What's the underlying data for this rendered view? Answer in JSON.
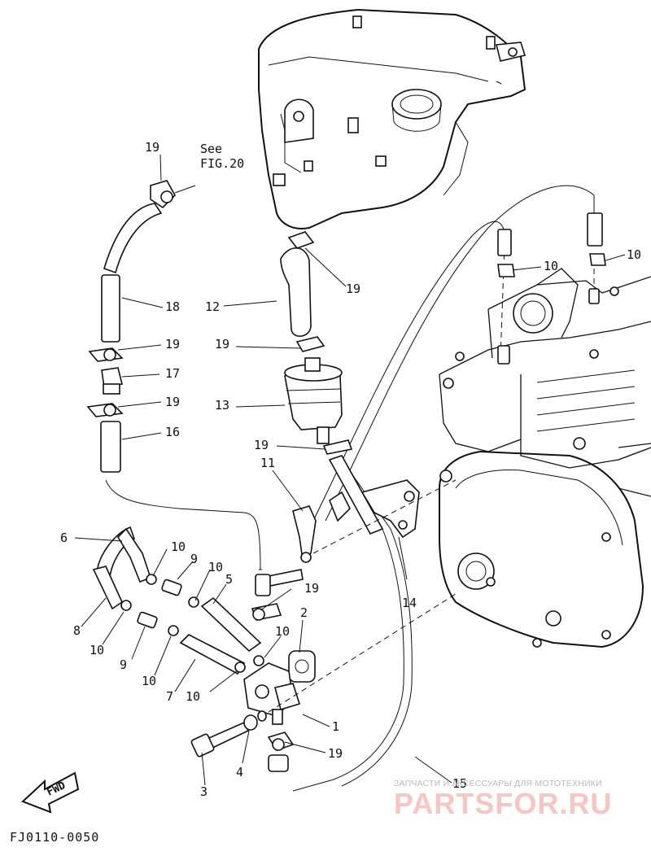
{
  "see_reference": "See\nFIG.20",
  "figure_code": "FJ0110-0050",
  "fwd_label": "FWD",
  "watermark": {
    "top_text": "ЗАПЧАСТИ И АКСЕССУАРЫ ДЛЯ МОТОТЕХНИКИ",
    "brand_text": "PARTSFOR.RU"
  },
  "callouts": [
    {
      "id": "1",
      "label": "1"
    },
    {
      "id": "2",
      "label": "2"
    },
    {
      "id": "3",
      "label": "3"
    },
    {
      "id": "4",
      "label": "4"
    },
    {
      "id": "5",
      "label": "5"
    },
    {
      "id": "6",
      "label": "6"
    },
    {
      "id": "7",
      "label": "7"
    },
    {
      "id": "8",
      "label": "8"
    },
    {
      "id": "9a",
      "label": "9"
    },
    {
      "id": "9b",
      "label": "9"
    },
    {
      "id": "10a",
      "label": "10"
    },
    {
      "id": "10b",
      "label": "10"
    },
    {
      "id": "10c",
      "label": "10"
    },
    {
      "id": "10d",
      "label": "10"
    },
    {
      "id": "10e",
      "label": "10"
    },
    {
      "id": "10f",
      "label": "10"
    },
    {
      "id": "10g",
      "label": "10"
    },
    {
      "id": "10h",
      "label": "10"
    },
    {
      "id": "11",
      "label": "11"
    },
    {
      "id": "12",
      "label": "12"
    },
    {
      "id": "13",
      "label": "13"
    },
    {
      "id": "14",
      "label": "14"
    },
    {
      "id": "15",
      "label": "15"
    },
    {
      "id": "16",
      "label": "16"
    },
    {
      "id": "17",
      "label": "17"
    },
    {
      "id": "18",
      "label": "18"
    },
    {
      "id": "19a",
      "label": "19"
    },
    {
      "id": "19b",
      "label": "19"
    },
    {
      "id": "19c",
      "label": "19"
    },
    {
      "id": "19d",
      "label": "19"
    },
    {
      "id": "19e",
      "label": "19"
    },
    {
      "id": "19f",
      "label": "19"
    },
    {
      "id": "19g",
      "label": "19"
    },
    {
      "id": "19h",
      "label": "19"
    }
  ]
}
